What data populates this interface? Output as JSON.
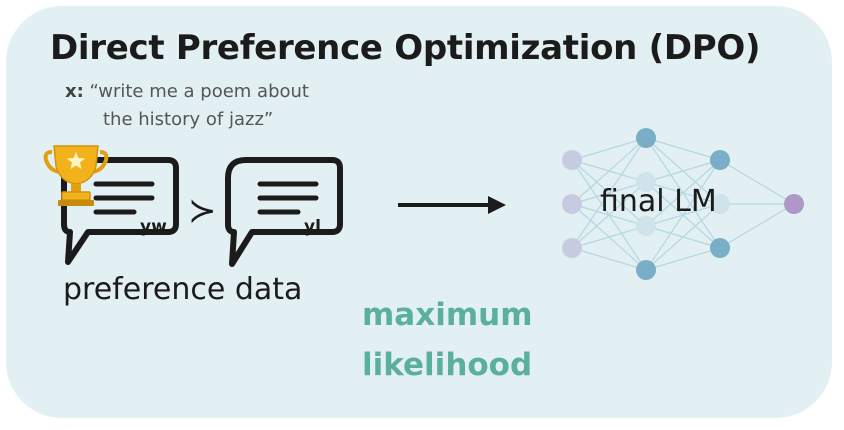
{
  "title": "Direct Preference Optimization (DPO)",
  "prompt": {
    "prefix": "x:",
    "line1": "“write me a poem about",
    "line2": "the history of jazz”"
  },
  "preference": {
    "winner_label": "yw",
    "loser_label": "yl",
    "comparator": "≻",
    "caption": "preference data"
  },
  "method": {
    "line1": "maximum",
    "line2": "likelihood"
  },
  "model": {
    "label": "final LM"
  },
  "colors": {
    "panel": "#e3f0f3",
    "accent": "#5aaf9e",
    "node_blue": "#7aaec6",
    "node_lavender": "#c7cbe0",
    "node_purple": "#b197c9",
    "trophy": "#f2b21b"
  },
  "icons": [
    "trophy-icon",
    "speech-bubble-icon",
    "arrow-icon",
    "neural-network-icon"
  ]
}
